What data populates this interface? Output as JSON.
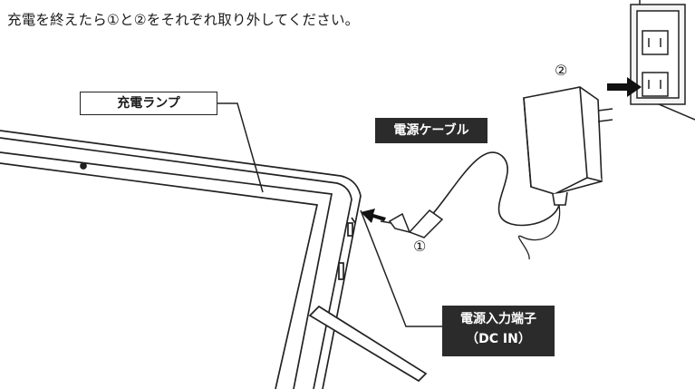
{
  "instruction": "充電を終えたら①と②をそれぞれ取り外してください。",
  "labels": {
    "charge_lamp": "充電ランプ",
    "power_cable": "電源ケーブル",
    "dc_in_line1": "電源入力端子",
    "dc_in_line2": "（DC IN）"
  },
  "markers": {
    "one": "①",
    "two": "②"
  }
}
